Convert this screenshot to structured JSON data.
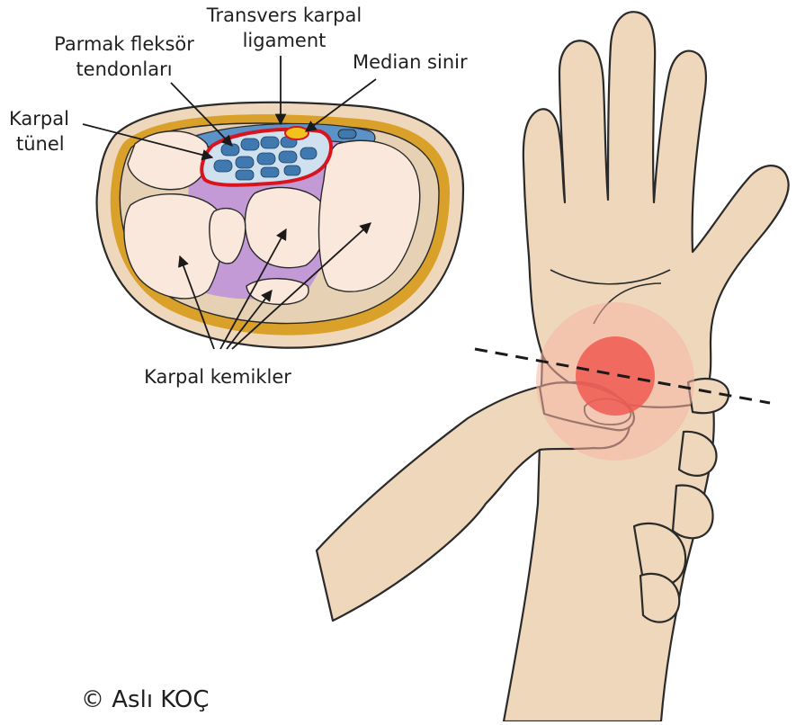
{
  "labels": {
    "transverse_ligament": [
      "Transvers karpal",
      "ligament"
    ],
    "flexor_tendons": [
      "Parmak fleksör",
      "tendonları"
    ],
    "median_nerve": "Median sinir",
    "carpal_tunnel": [
      "Karpal",
      "tünel"
    ],
    "carpal_bones": "Karpal kemikler"
  },
  "copyright": "© Aslı KOÇ",
  "colors": {
    "skin": "#efd7bb",
    "skin_outline": "#2a2a2a",
    "fat_layer": "#d9a02a",
    "tissue": "#e7d1b5",
    "bone": "#fbe8dc",
    "ligament": "#5b93c8",
    "tendon": "#3f79b0",
    "tunnel_outline": "#d8141f",
    "nerve": "#f1c21b",
    "purple_tissue": "#c49ad6",
    "pain_outer": "#f6b4a4",
    "pain_inner": "#ee5a52"
  }
}
